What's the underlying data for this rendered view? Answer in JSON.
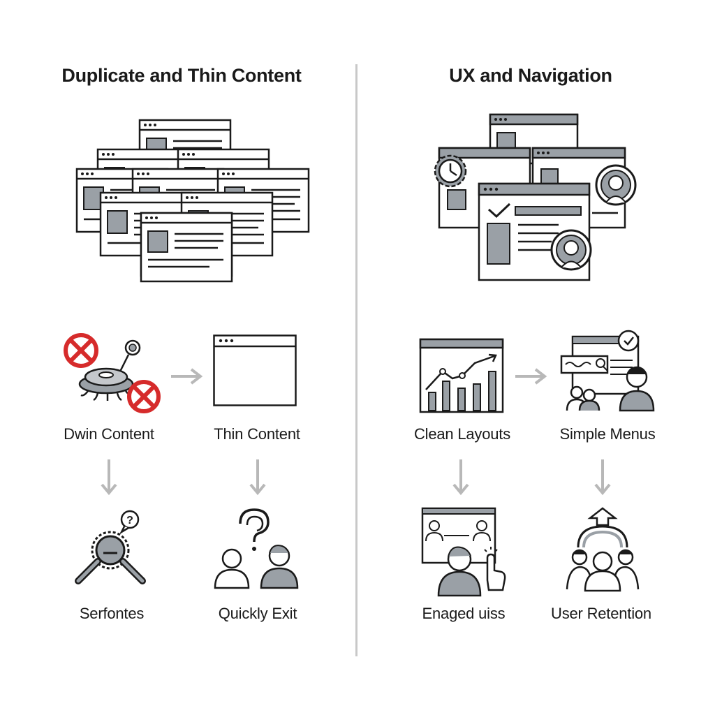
{
  "left_panel": {
    "title": "Duplicate and Thin Content",
    "nodes": [
      {
        "label": "Dwin Content",
        "icon": "blocked-crawler-bug-icon"
      },
      {
        "label": "Thin Content",
        "icon": "empty-browser-window-icon"
      },
      {
        "label": "Serfontes",
        "icon": "search-magnifier-question-icon"
      },
      {
        "label": "Quickly Exit",
        "icon": "confused-users-icon"
      }
    ]
  },
  "right_panel": {
    "title": "UX and Navigation",
    "nodes": [
      {
        "label": "Clean Layouts",
        "icon": "chart-dashboard-icon"
      },
      {
        "label": "Simple Menus",
        "icon": "menu-users-screen-icon"
      },
      {
        "label": "Enaged uiss",
        "icon": "user-clicking-screen-icon"
      },
      {
        "label": "User Retention",
        "icon": "user-group-icon"
      }
    ]
  },
  "colors": {
    "line": "#1a1a1a",
    "fill_gray": "#9aa0a6",
    "arrow_gray": "#b8b8b8",
    "error_red": "#d62b2b",
    "divider": "#c8c8c8"
  }
}
